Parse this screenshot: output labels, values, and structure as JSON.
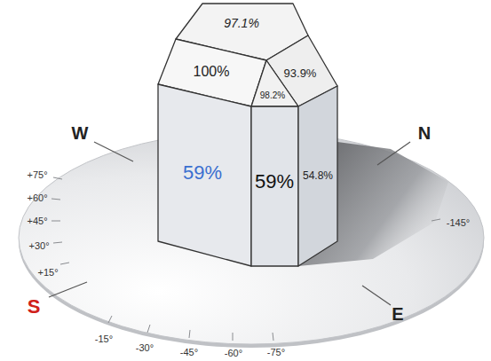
{
  "diagram": {
    "nodes": [
      {
        "text": [
          "97.1%"
        ]
      },
      {
        "text": [
          "100%"
        ]
      },
      {
        "text": [
          "93.9%"
        ]
      },
      {
        "text": [
          "98.2%"
        ]
      },
      {
        "text": [
          "59%"
        ]
      },
      {
        "text": [
          "59%"
        ]
      },
      {
        "text": [
          "54.8%"
        ]
      }
    ],
    "labels": [
      "W",
      "N",
      "+75°",
      "+60°",
      "+45°",
      "+30°",
      "+15°",
      "S",
      "-145°",
      "-15°",
      "-30°",
      "-45°",
      "-60°",
      "-75°",
      "E"
    ]
  }
}
